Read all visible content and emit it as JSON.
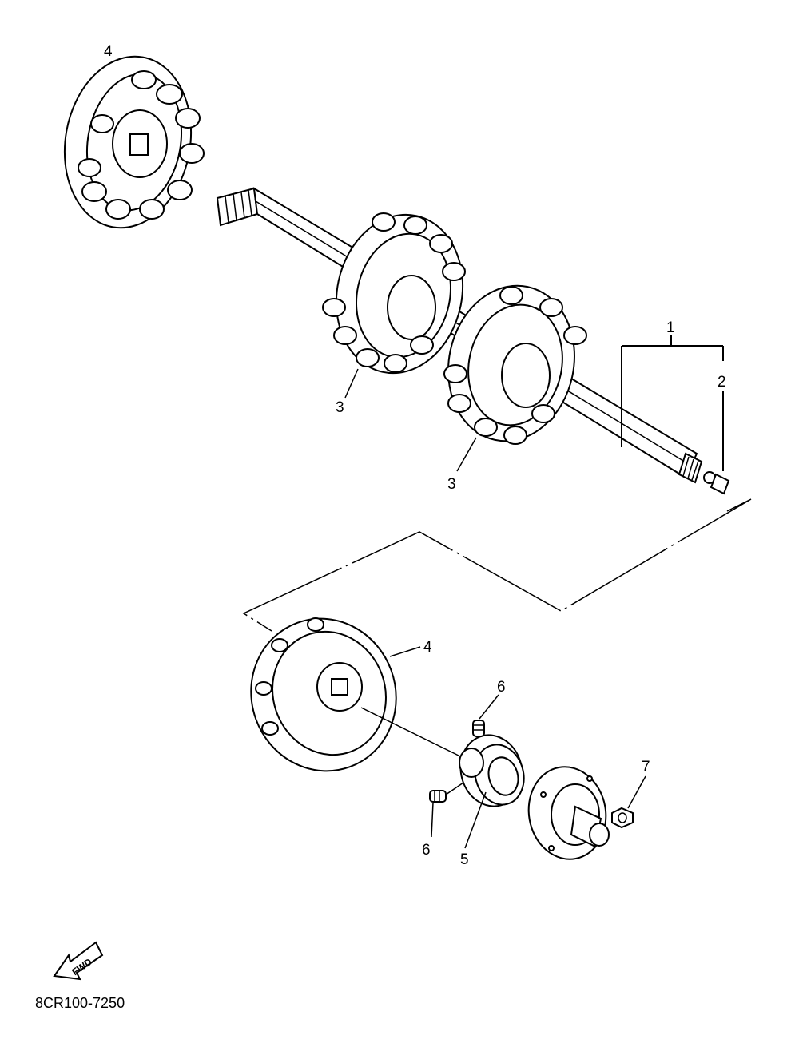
{
  "callouts": {
    "c1": "1",
    "c2": "2",
    "c3a": "3",
    "c3b": "3",
    "c4a": "4",
    "c4b": "4",
    "c5": "5",
    "c6a": "6",
    "c6b": "6",
    "c7": "7"
  },
  "fwd_label": "FWD",
  "diagram_code": "8CR100-7250"
}
